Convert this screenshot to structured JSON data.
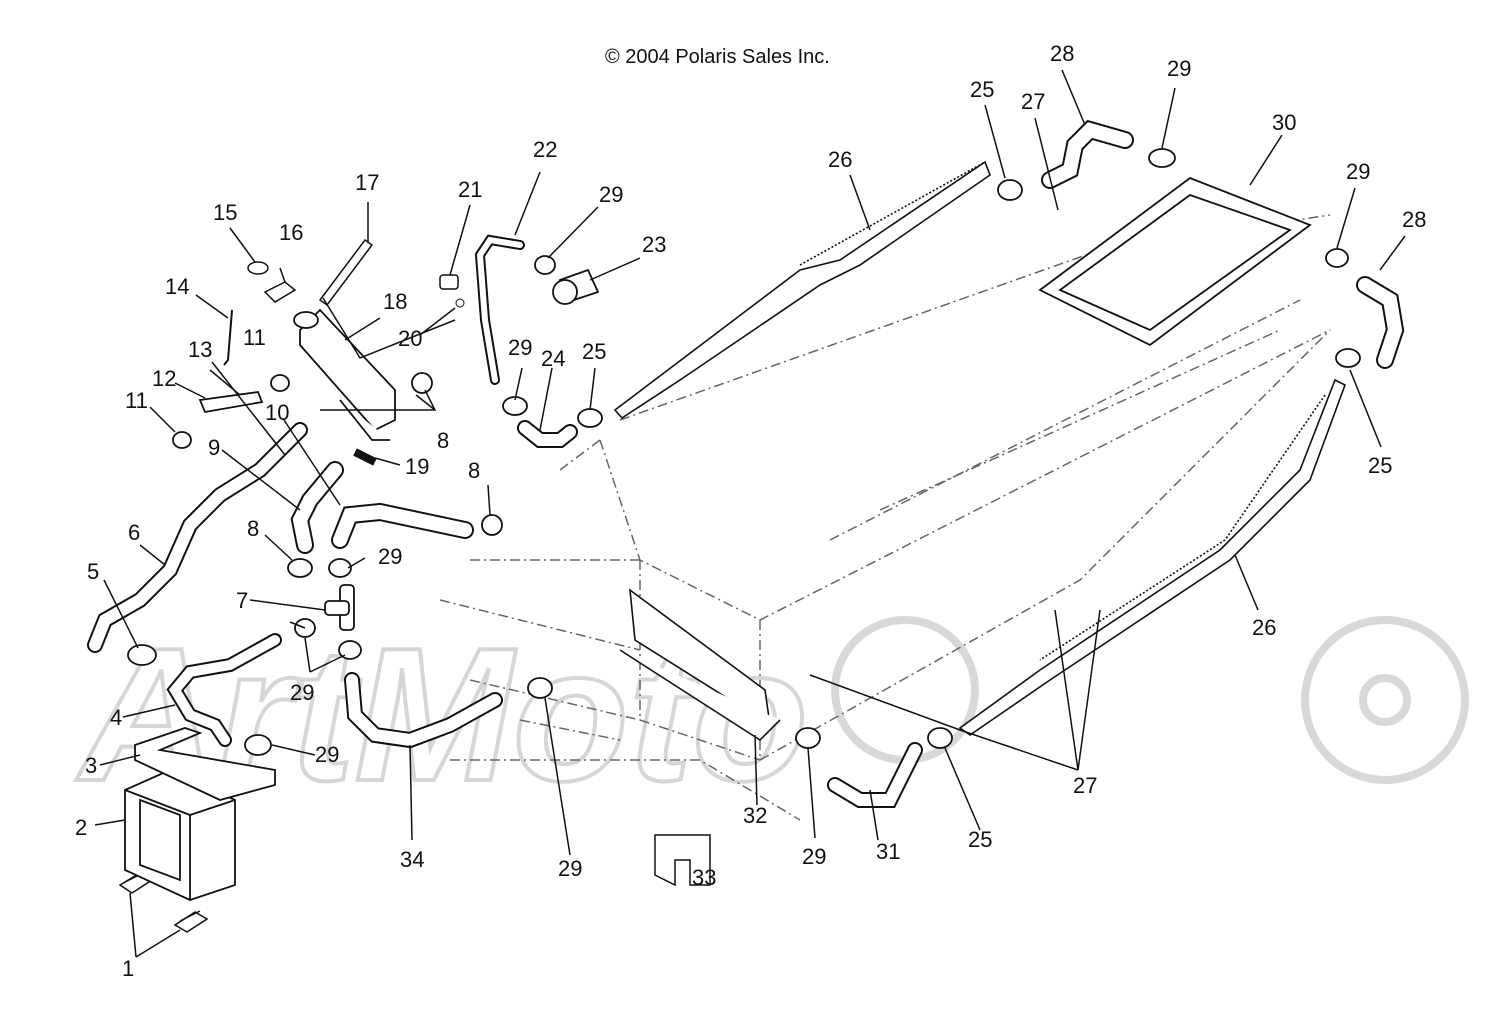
{
  "copyright": "© 2004 Polaris Sales Inc.",
  "watermark": "ArtMoto",
  "callouts": {
    "c1": "1",
    "c2": "2",
    "c3": "3",
    "c4": "4",
    "c5": "5",
    "c6": "6",
    "c7": "7",
    "c8a": "8",
    "c8b": "8",
    "c8c": "8",
    "c9": "9",
    "c10": "10",
    "c11a": "11",
    "c11b": "11",
    "c12": "12",
    "c13": "13",
    "c14": "14",
    "c15": "15",
    "c16": "16",
    "c17": "17",
    "c18": "18",
    "c19": "19",
    "c20": "20",
    "c21": "21",
    "c22": "22",
    "c23": "23",
    "c24": "24",
    "c25a": "25",
    "c25b": "25",
    "c25c": "25",
    "c25d": "25",
    "c26a": "26",
    "c26b": "26",
    "c27a": "27",
    "c27b": "27",
    "c28a": "28",
    "c28b": "28",
    "c29a": "29",
    "c29b": "29",
    "c29c": "29",
    "c29d": "29",
    "c29e": "29",
    "c29f": "29",
    "c29g": "29",
    "c29h": "29",
    "c29i": "29",
    "c30": "30",
    "c31": "31",
    "c32": "32",
    "c33": "33",
    "c34": "34"
  }
}
